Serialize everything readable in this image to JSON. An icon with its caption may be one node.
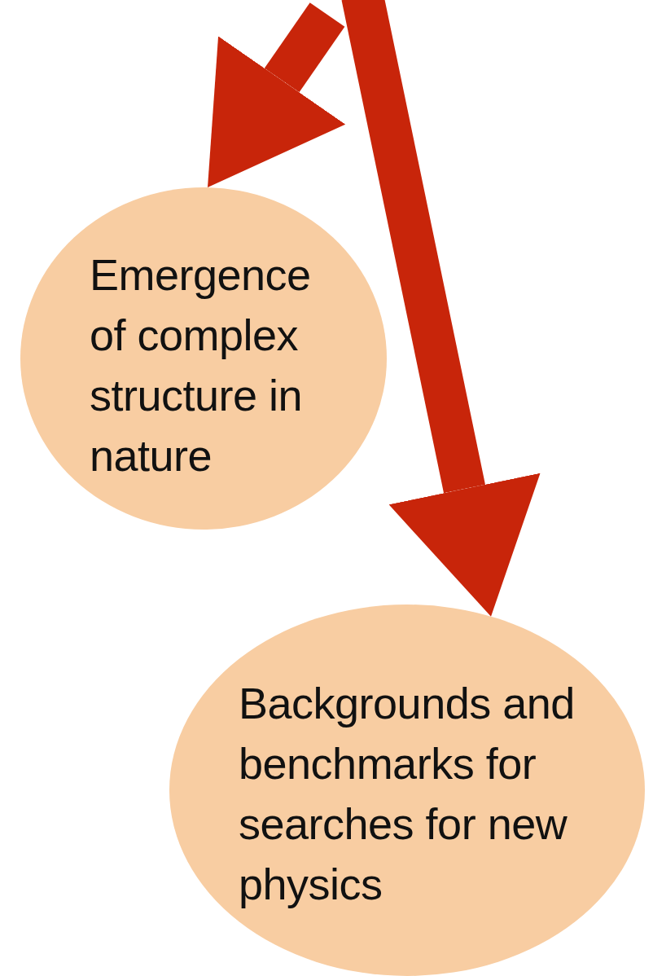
{
  "diagram": {
    "nodes": [
      {
        "text": [
          "Emergence of complex structure in nature"
        ]
      },
      {
        "text": [
          "Backgrounds and benchmarks for searches for new physics"
        ]
      }
    ],
    "edges": [
      {
        "from": null,
        "to": 0,
        "arrow": "to"
      },
      {
        "from": null,
        "to": 1,
        "arrow": "to"
      }
    ]
  }
}
